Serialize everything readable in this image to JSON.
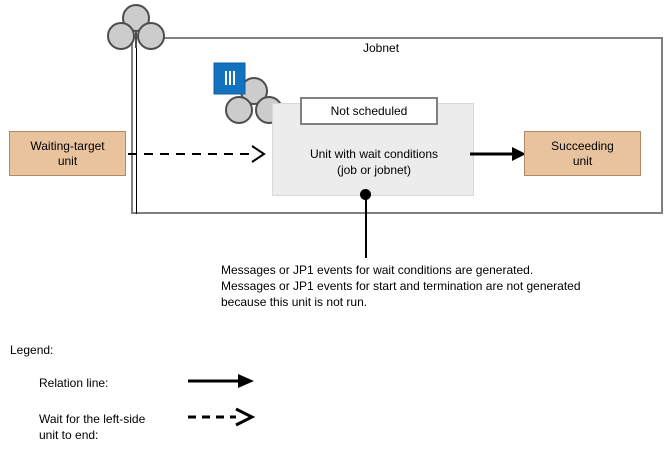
{
  "diagram": {
    "jobnet_frame": {
      "label": "Jobnet",
      "icon_name": "jobnet-icon"
    },
    "waiting_target_unit": {
      "label": "Waiting-target\nunit",
      "fill_color": "#e8c39e"
    },
    "unit_with_wait_conditions": {
      "label": "Unit with wait conditions\n(job or jobnet)",
      "callout_label": "Not scheduled",
      "fill_color": "#ececec",
      "icon_badge_name": "wait-condition-badge-icon",
      "icon_badge_color": "#1272c0"
    },
    "succeeding_unit": {
      "label": "Succeeding\nunit",
      "fill_color": "#e8c39e"
    },
    "annotation": "Messages or JP1 events for wait conditions are generated.\nMessages or JP1 events for start and termination are not generated\nbecause this unit is not run."
  },
  "legend": {
    "title": "Legend:",
    "items": [
      {
        "label": "Relation line:",
        "style": "solid-arrow"
      },
      {
        "label": "Wait for the left-side\nunit to end:",
        "style": "dashed-arrow"
      }
    ]
  }
}
